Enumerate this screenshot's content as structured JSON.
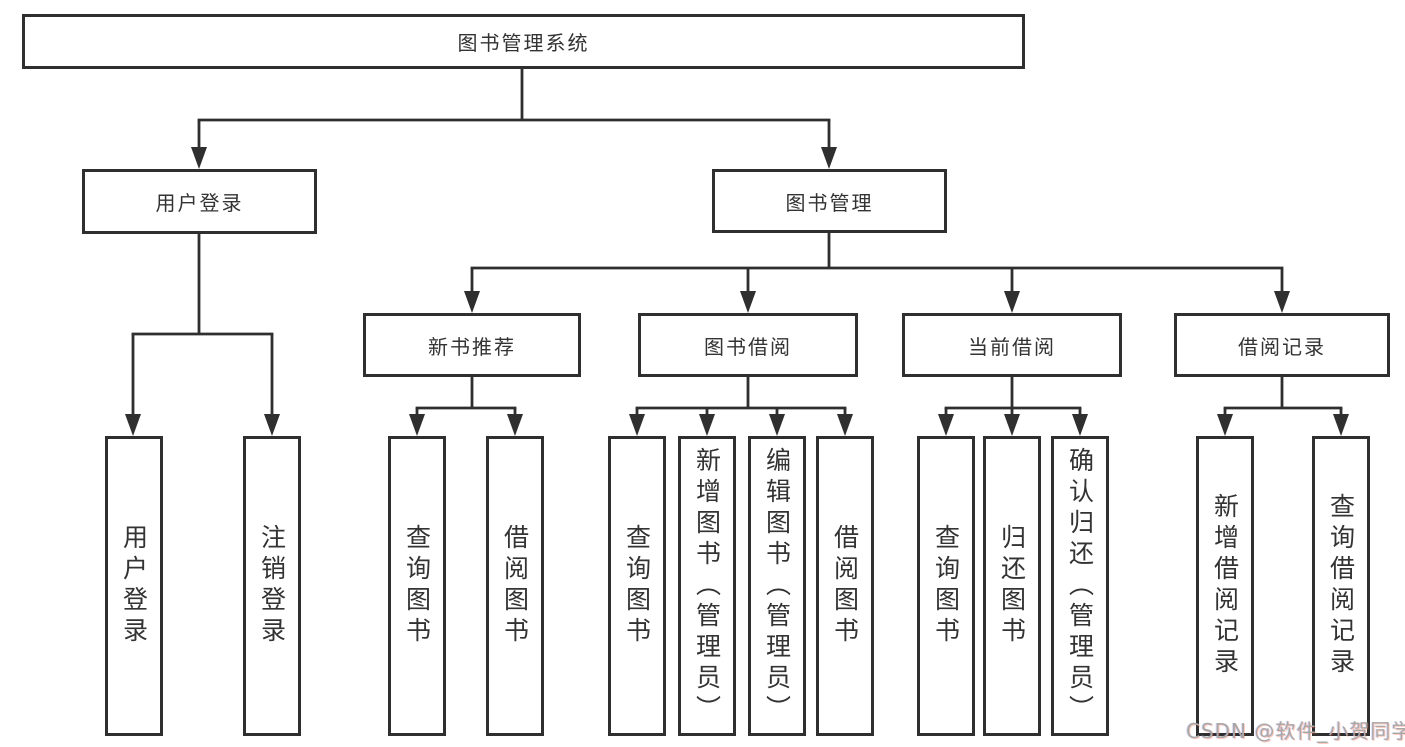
{
  "diagram_title": "图书管理系统",
  "tree": {
    "root": {
      "label": "图书管理系统"
    },
    "level2": [
      {
        "label": "用户登录"
      },
      {
        "label": "图书管理"
      }
    ],
    "level3": [
      {
        "label": "新书推荐"
      },
      {
        "label": "图书借阅"
      },
      {
        "label": "当前借阅"
      },
      {
        "label": "借阅记录"
      }
    ],
    "leaves": {
      "user_login": [
        {
          "label": "用户登录"
        },
        {
          "label": "注销登录"
        }
      ],
      "new_book_recommend": [
        {
          "label": "查询图书"
        },
        {
          "label": "借阅图书"
        }
      ],
      "book_borrow": [
        {
          "label": "查询图书"
        },
        {
          "label": "新增图书（管理员）"
        },
        {
          "label": "编辑图书（管理员）"
        },
        {
          "label": "借阅图书"
        }
      ],
      "current_borrow": [
        {
          "label": "查询图书"
        },
        {
          "label": "归还图书"
        },
        {
          "label": "确认归还（管理员）"
        }
      ],
      "borrow_records": [
        {
          "label": "新增借阅记录"
        },
        {
          "label": "查询借阅记录"
        }
      ]
    }
  },
  "watermark": {
    "text": "CSDN @软件_小贺同学"
  },
  "colors": {
    "line": "#2f2f2f",
    "text": "#333333",
    "watermark": "#a8a8a8",
    "background": "#ffffff"
  }
}
